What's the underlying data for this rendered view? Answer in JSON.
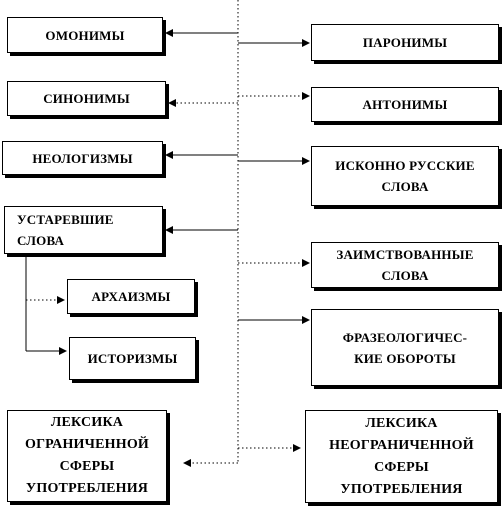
{
  "diagram": {
    "left_boxes": [
      {
        "id": "omonimy",
        "label": "ОМОНИМЫ"
      },
      {
        "id": "sinonimy",
        "label": "СИНОНИМЫ"
      },
      {
        "id": "neologizmy",
        "label": "НЕОЛОГИЗМЫ"
      },
      {
        "id": "ustarevshie",
        "label": "УСТАРЕВШИЕ\nСЛОВА"
      },
      {
        "id": "arhaizmy",
        "label": "АРХАИЗМЫ"
      },
      {
        "id": "istorizmy",
        "label": "ИСТОРИЗМЫ"
      },
      {
        "id": "leksika-ogr",
        "label": "ЛЕКСИКА\nОГРАНИЧЕННОЙ\nСФЕРЫ\nУПОТРЕБЛЕНИЯ"
      }
    ],
    "right_boxes": [
      {
        "id": "paronimy",
        "label": "ПАРОНИМЫ"
      },
      {
        "id": "antonimy",
        "label": "АНТОНИМЫ"
      },
      {
        "id": "iskonno",
        "label": "ИСКОННО  РУССКИЕ\nСЛОВА"
      },
      {
        "id": "zaimstv",
        "label": "ЗАИМСТВОВАННЫЕ\nСЛОВА"
      },
      {
        "id": "frazeol",
        "label": "ФРАЗЕОЛОГИЧЕС-\nКИЕ ОБОРОТЫ"
      },
      {
        "id": "leksika-neogr",
        "label": "ЛЕКСИКА\nНЕОГРАНИЧЕННОЙ\nСФЕРЫ\nУПОТРЕБЛЕНИЯ"
      }
    ]
  }
}
